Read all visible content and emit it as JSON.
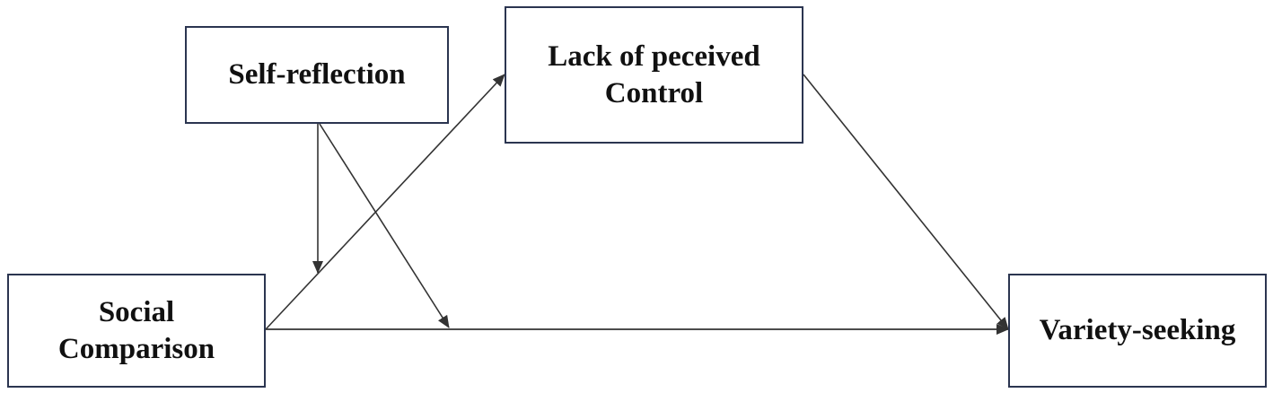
{
  "nodes": {
    "self_reflection": "Self-reflection",
    "lack_control": "Lack of peceived\nControl",
    "social_comparison": "Social\nComparison",
    "variety_seeking": "Variety-seeking"
  },
  "edges": [
    {
      "from": "Social Comparison",
      "to": "Lack of peceived Control"
    },
    {
      "from": "Lack of peceived Control",
      "to": "Variety-seeking"
    },
    {
      "from": "Social Comparison",
      "to": "Variety-seeking"
    },
    {
      "from": "Self-reflection",
      "to": "Social Comparison → Lack of peceived Control (moderation)"
    },
    {
      "from": "Self-reflection",
      "to": "Social Comparison → Variety-seeking (moderation)"
    }
  ],
  "colors": {
    "line": "#333333",
    "box_border": "#2b3550",
    "text": "#111111"
  }
}
